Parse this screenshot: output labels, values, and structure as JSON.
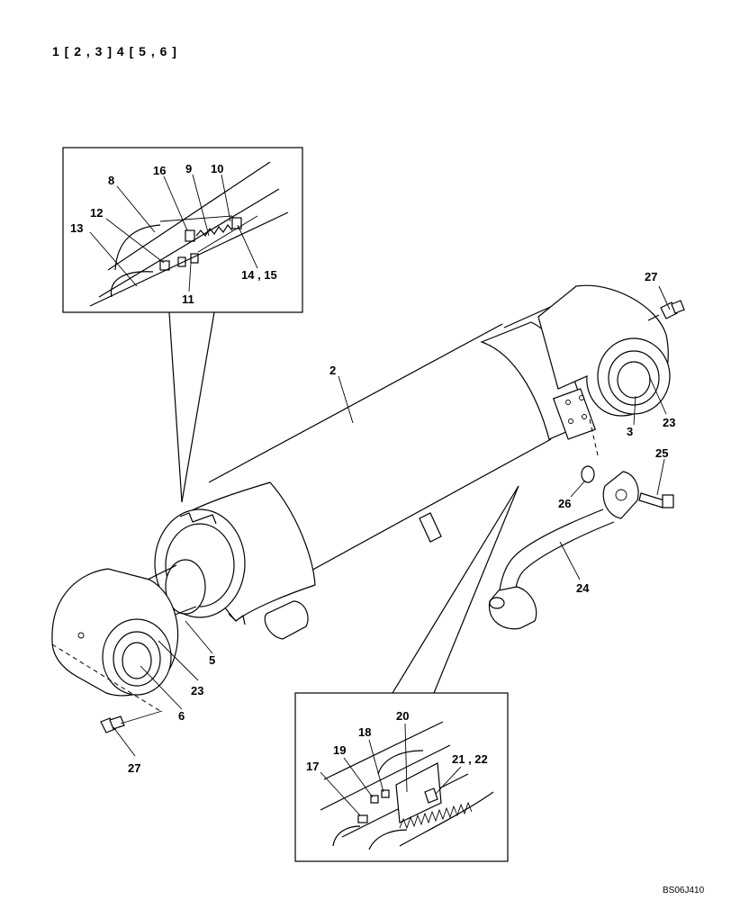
{
  "header": {
    "assembly_text": "1 [ 2 , 3 ]    4 [ 5 , 6 ]"
  },
  "reference_code": "BS06J410",
  "callouts": {
    "c2": "2",
    "c3": "3",
    "c5": "5",
    "c6": "6",
    "c8": "8",
    "c9": "9",
    "c10": "10",
    "c11": "11",
    "c12": "12",
    "c13": "13",
    "c14_15": "14 , 15",
    "c16": "16",
    "c17": "17",
    "c18": "18",
    "c19": "19",
    "c20": "20",
    "c21_22": "21 , 22",
    "c23a": "23",
    "c23b": "23",
    "c24": "24",
    "c25": "25",
    "c26": "26",
    "c27a": "27",
    "c27b": "27"
  }
}
